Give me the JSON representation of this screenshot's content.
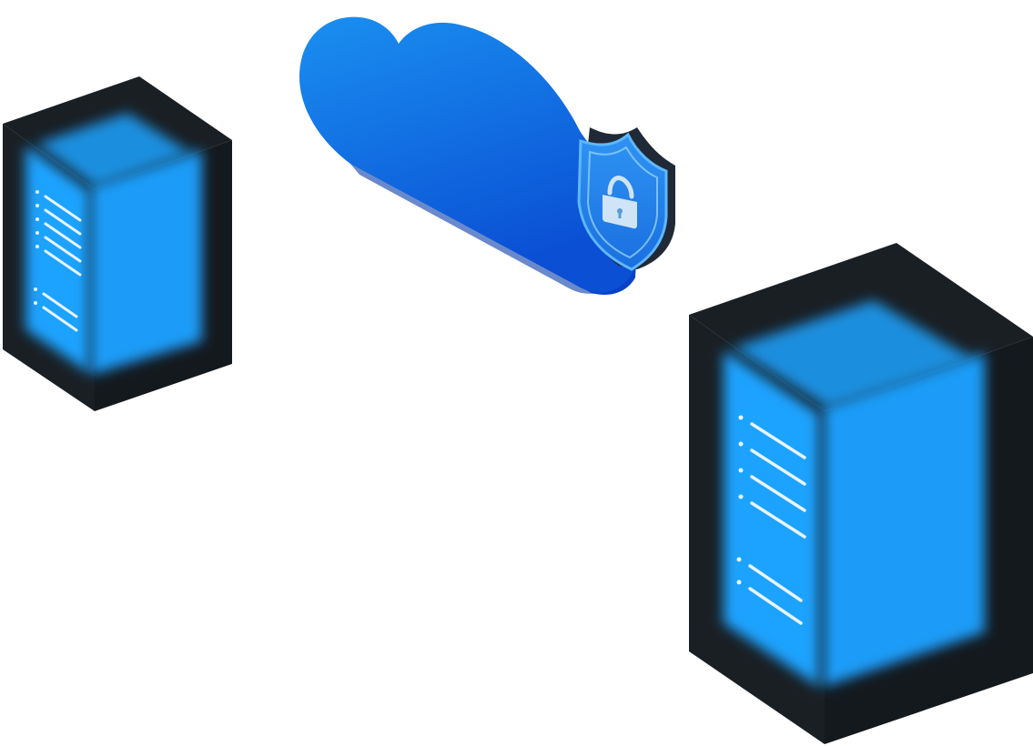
{
  "scene": {
    "elements": [
      {
        "id": "server-left",
        "icon": "server-rack-icon"
      },
      {
        "id": "cloud",
        "icon": "cloud-icon"
      },
      {
        "id": "shield",
        "icon": "shield-lock-icon"
      },
      {
        "id": "server-right",
        "icon": "server-rack-icon"
      }
    ]
  },
  "colors": {
    "background": "#ffffff",
    "server_dark": "#1a1f24",
    "server_dark_side": "#161b20",
    "server_glow": "#1fa3ff",
    "server_glow_side": "#1c92f0",
    "cloud_top": "#1a8ff0",
    "cloud_bottom": "#0a52d6",
    "shield_outer": "#1f2a36",
    "shield_inner": "#2a8cf0",
    "lock": "#cfe4f7",
    "led_lines": "#e8f4ff"
  }
}
